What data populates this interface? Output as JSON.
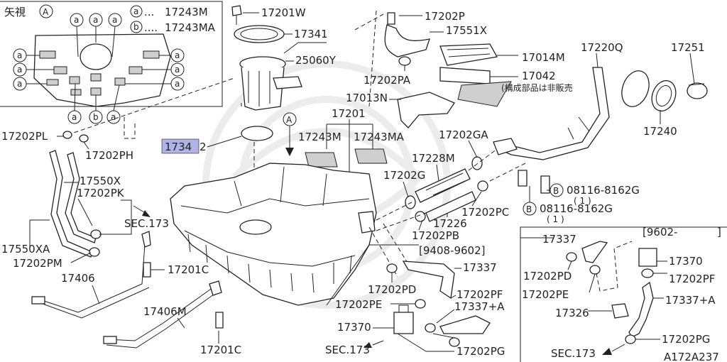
{
  "view_a": {
    "title": "矢視",
    "marker": "A",
    "legend": [
      {
        "key": "a",
        "dots": "...",
        "part": "17243M"
      },
      {
        "key": "b",
        "dots": "....",
        "part": "17243MA"
      }
    ],
    "clips": [
      "a",
      "a",
      "a",
      "a",
      "a",
      "a",
      "a",
      "a",
      "a",
      "a",
      "a",
      "b"
    ]
  },
  "labels": {
    "p17201W": "17201W",
    "p17341": "17341",
    "p25060Y": "25060Y",
    "p17202P": "17202P",
    "p17551X": "17551X",
    "p17014M": "17014M",
    "p17202PA": "17202PA",
    "p17042": "17042",
    "note_not_sold": "(構成部品は非販売",
    "p17013N": "17013N",
    "p17220Q": "17220Q",
    "p17251": "17251",
    "p17240": "17240",
    "p17201": "17201",
    "p17243M": "17243M",
    "p17243MA": "17243MA",
    "p17202GA": "17202GA",
    "p17202PL": "17202PL",
    "p17202PH": "17202PH",
    "p17342_a": "1734",
    "p17342_b": "2",
    "view_marker": "A",
    "p17228M": "17228M",
    "p17202G": "17202G",
    "bolt1_key": "B",
    "bolt1_part": "08116-8162G",
    "bolt1_qty": "( 1 )",
    "bolt2_key": "B",
    "bolt2_part": "08116-8162G",
    "bolt2_qty": "( 1 )",
    "p17550X": "17550X",
    "p17202PK": "17202PK",
    "sec173_a": "SEC.173",
    "p17202PC": "17202PC",
    "p17226": "17226",
    "p17202PB": "17202PB",
    "p17550XA": "17550XA",
    "p17202PM": "17202PM",
    "p17201C_a": "17201C",
    "p17406": "17406",
    "range_9408": "[9408-9602]",
    "p17337_a": "17337",
    "p17202PD_a": "17202PD",
    "p17202PE_a": "17202PE",
    "p17202PF_a": "17202PF",
    "p17337A_a": "17337+A",
    "p17370_a": "17370",
    "sec173_b": "SEC.173",
    "p17202PG_a": "17202PG",
    "p17406M": "17406M",
    "p17201C_b": "17201C",
    "range_9602": "[9602-",
    "range_9602_end": "]",
    "p17337_b": "17337",
    "p17370_b": "17370",
    "p17202PD_b": "17202PD",
    "p17202PF_b": "17202PF",
    "p17202PE_b": "17202PE",
    "p17337A_b": "17337+A",
    "p17326": "17326",
    "p17202PG_b": "17202PG",
    "sec173_c": "SEC.173",
    "ref_code": "A172A237"
  }
}
